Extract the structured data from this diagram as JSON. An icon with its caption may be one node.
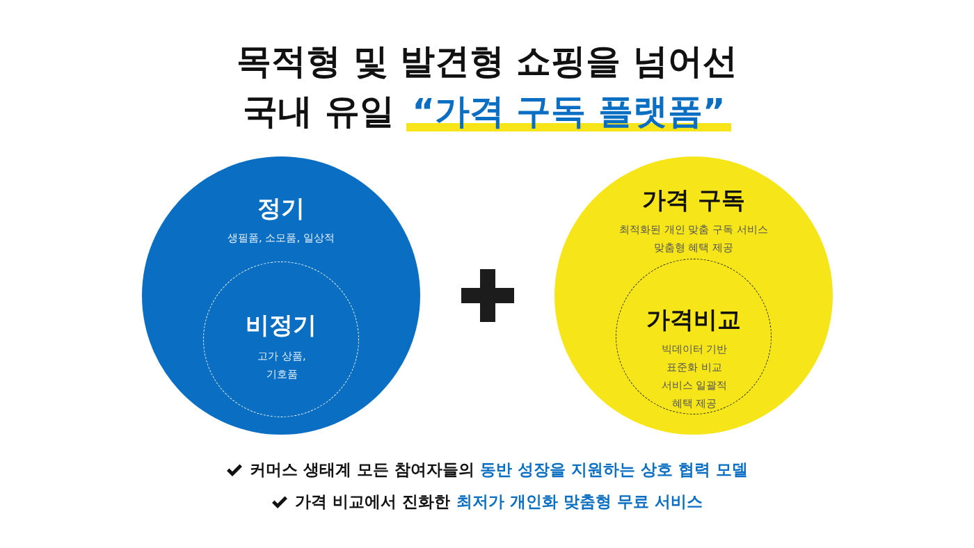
{
  "diagram": {
    "title": "목적형 및 발견형 쇼핑을 넘어선 국내 유일 **“가격 구독 플랫폼”**",
    "nodes": [
      {
        "text": [
          "정기",
          "생필품, 소모품, 일상적"
        ]
      },
      {
        "text": [
          "비정기",
          "고가 상품, 기호품"
        ],
        "in": 0
      },
      {
        "text": [
          "가격 구독",
          "최적화된 개인 맞춤 구독 서비스 맞춤형 혜택 제공"
        ]
      },
      {
        "text": [
          "가격비교",
          "빅데이터 기반 표준화 비교 서비스 일괄적 혜택 제공"
        ],
        "in": 2
      }
    ],
    "labels": [
      "커머스 생태계 모든 참여자들의 **동반 성장을 지원하는 상호 협력 모델**",
      "가격 비교에서 진화한 **최저가 개인화 맞춤형 무료 서비스**"
    ]
  }
}
